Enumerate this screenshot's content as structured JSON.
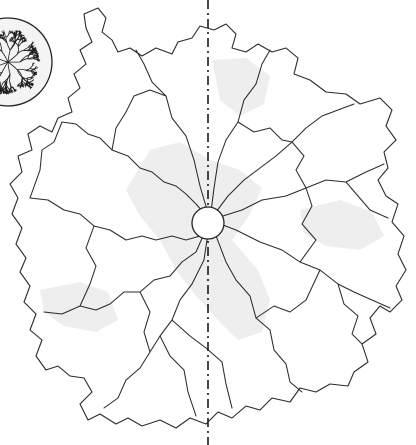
{
  "figure": {
    "description_visible_text": "",
    "ink_color": "#2b2b2b",
    "background_color": "#ffffff",
    "shading_color": "#cfcfcf"
  },
  "elements": {
    "outline": "territory-outline",
    "boundaries": "wavy-partition-lines",
    "axis": "dash-dot-symmetry-axis",
    "center": "central-circle",
    "inset": "dendritic-inset-disc"
  }
}
